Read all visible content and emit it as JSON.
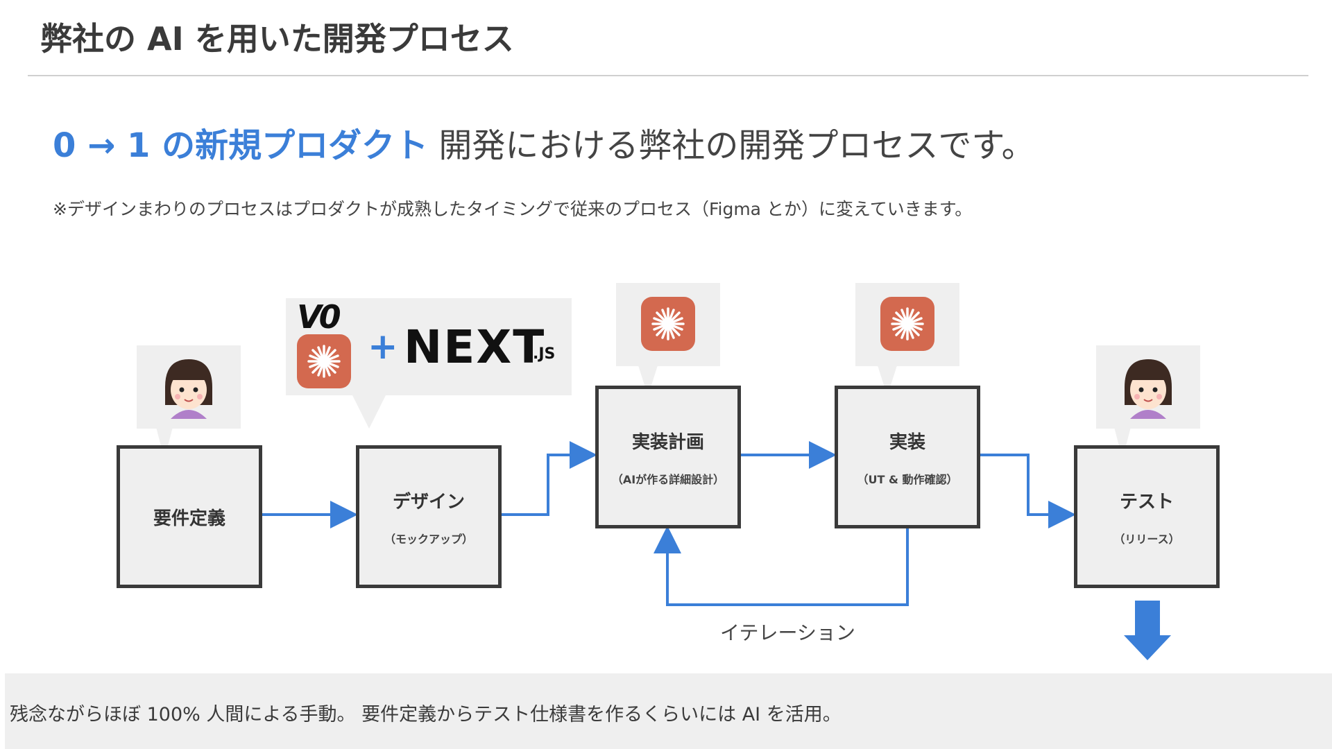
{
  "title": "弊社の AI を用いた開発プロセス",
  "heading": {
    "highlight": "0 → 1 の新規プロダクト",
    "rest": " 開発における弊社の開発プロセスです。"
  },
  "note": "※デザインまわりのプロセスはプロダクトが成熟したタイミングで従来のプロセス（Figma とか）に変えていきます。",
  "boxes": [
    {
      "title": "要件定義",
      "sub": ""
    },
    {
      "title": "デザイン",
      "sub": "（モックアップ）"
    },
    {
      "title": "実装計画",
      "sub": "（AIが作る詳細設計）"
    },
    {
      "title": "実装",
      "sub": "（UT & 動作確認）"
    },
    {
      "title": "テスト",
      "sub": "（リリース）"
    }
  ],
  "logos": {
    "v0": "V0",
    "plus": "+",
    "next": "NEXT",
    "next_suffix": ".JS"
  },
  "iteration_label": "イテレーション",
  "bottom_text": "残念ながらほぼ 100% 人間による手動。 要件定義からテスト仕様書を作るくらいには AI を活用。",
  "colors": {
    "accent": "#3b7fd8",
    "claude": "#d3694f",
    "box_border": "#3a3a3a",
    "box_fill": "#efefef"
  },
  "icons": [
    "person-icon",
    "v0-logo-icon",
    "claude-icon",
    "nextjs-logo-icon",
    "down-arrow-icon"
  ]
}
